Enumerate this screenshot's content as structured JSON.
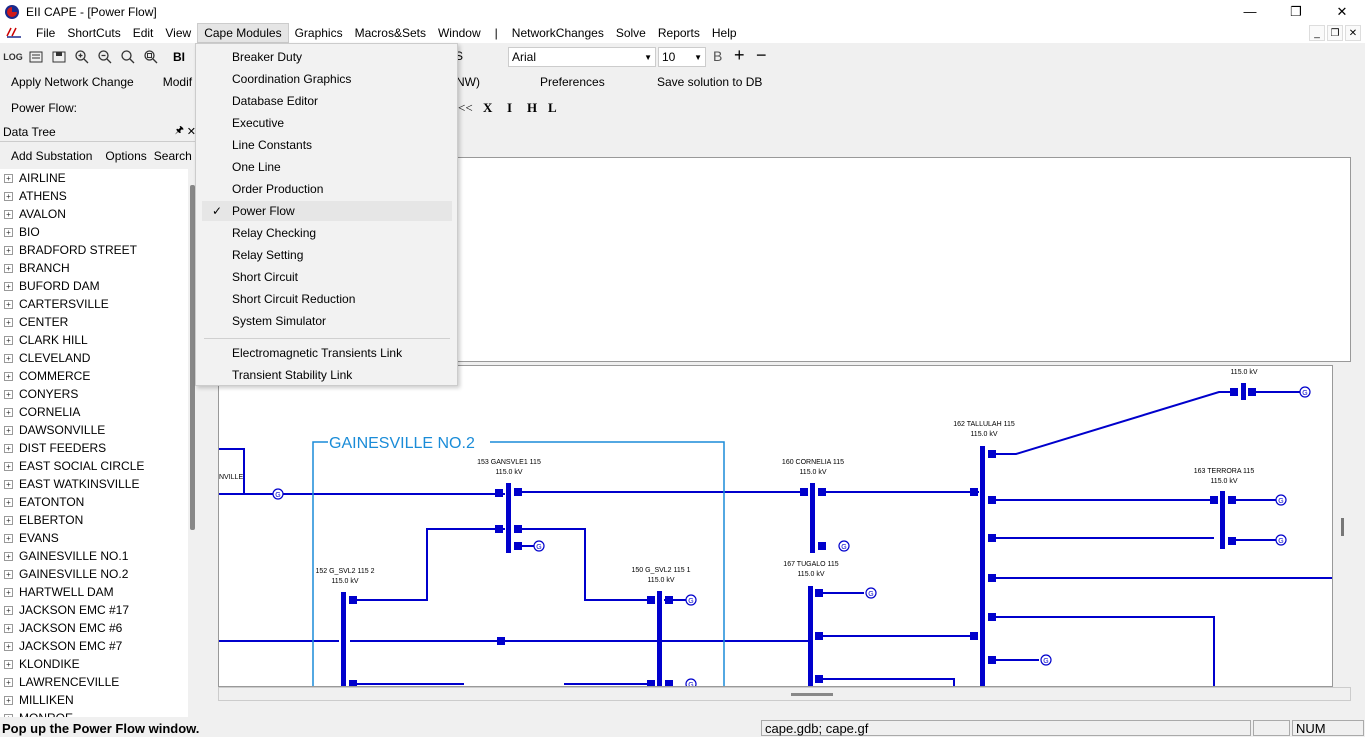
{
  "window": {
    "title": "EII CAPE - [Power Flow]",
    "controls": [
      "—",
      "❐",
      "✕"
    ]
  },
  "menubar": {
    "items": [
      "File",
      "ShortCuts",
      "Edit",
      "View",
      "Cape Modules",
      "Graphics",
      "Macros&Sets",
      "Window",
      "|",
      "NetworkChanges",
      "Solve",
      "Reports",
      "Help"
    ],
    "active": "Cape Modules"
  },
  "toolbar1": {
    "icons": [
      "LOG",
      "db-open-icon",
      "db-save-icon",
      "zoom-in-icon",
      "zoom-out-icon",
      "zoom-icon",
      "zoom-fit-icon"
    ],
    "partial_label": "BI",
    "partial_label2": "S",
    "font_name": "Arial",
    "font_size": "10",
    "bold_glyph": "B",
    "plus_glyph": "+",
    "minus_glyph": "−"
  },
  "toolbar2": {
    "apply_network_change": "Apply Network Change",
    "modify_partial": "Modif",
    "nw_partial": "NW)",
    "preferences": "Preferences",
    "save_solution": "Save solution to DB"
  },
  "toolbar3": {
    "label": "Power Flow:",
    "nav_buttons": [
      "<<",
      "X",
      "I",
      "H",
      "L"
    ]
  },
  "data_tree": {
    "title": "Data Tree",
    "pin": "📌",
    "close": "✕",
    "actions": [
      "Add Substation",
      "Options",
      "Search"
    ],
    "items": [
      "AIRLINE",
      "ATHENS",
      "AVALON",
      "BIO",
      "BRADFORD STREET",
      "BRANCH",
      "BUFORD DAM",
      "CARTERSVILLE",
      "CENTER",
      "CLARK HILL",
      "CLEVELAND",
      "COMMERCE",
      "CONYERS",
      "CORNELIA",
      "DAWSONVILLE",
      "DIST FEEDERS",
      "EAST SOCIAL CIRCLE",
      "EAST WATKINSVILLE",
      "EATONTON",
      "ELBERTON",
      "EVANS",
      "GAINESVILLE NO.1",
      "GAINESVILLE NO.2",
      "HARTWELL DAM",
      "JACKSON EMC #17",
      "JACKSON EMC #6",
      "JACKSON EMC #7",
      "KLONDIKE",
      "LAWRENCEVILLE",
      "MILLIKEN",
      "MONROE"
    ]
  },
  "dropdown": {
    "items": [
      {
        "label": "Breaker Duty",
        "checked": false
      },
      {
        "label": "Coordination Graphics",
        "checked": false
      },
      {
        "label": "Database Editor",
        "checked": false
      },
      {
        "label": "Executive",
        "checked": false
      },
      {
        "label": "Line Constants",
        "checked": false
      },
      {
        "label": "One Line",
        "checked": false
      },
      {
        "label": "Order Production",
        "checked": false
      },
      {
        "label": "Power Flow",
        "checked": true
      },
      {
        "label": "Relay Checking",
        "checked": false
      },
      {
        "label": "Relay Setting",
        "checked": false
      },
      {
        "label": "Short Circuit",
        "checked": false
      },
      {
        "label": "Short Circuit Reduction",
        "checked": false
      },
      {
        "label": "System Simulator",
        "checked": false
      }
    ],
    "items2": [
      {
        "label": "Electromagnetic Transients Link"
      },
      {
        "label": "Transient Stability Link"
      }
    ],
    "check_glyph": "✓"
  },
  "diagram": {
    "line_color": "#0000cc",
    "substation_color": "#1a8cd8",
    "substation_label": "GAINESVILLE NO.2",
    "partial_label": "NVILLE",
    "generator_glyph": "G",
    "buses": [
      {
        "name": "153 GANSVLE1 115",
        "kv": "115.0 kV"
      },
      {
        "name": "160 CORNELIA 115",
        "kv": "115.0 kV"
      },
      {
        "name": "162 TALLULAH 115",
        "kv": "115.0 kV"
      },
      {
        "name": "163 TERRORA 115",
        "kv": "115.0 kV"
      },
      {
        "name": "152 G_SVL2 115 2",
        "kv": "115.0 kV"
      },
      {
        "name": "150 G_SVL2 115 1",
        "kv": "115.0 kV"
      },
      {
        "name": "167 TUGALO 115",
        "kv": "115.0 kV"
      },
      {
        "name": "",
        "kv": "115.0 kV"
      }
    ]
  },
  "statusbar": {
    "message": "Pop up the Power Flow window.",
    "files": "cape.gdb; cape.gf",
    "num": "NUM"
  }
}
